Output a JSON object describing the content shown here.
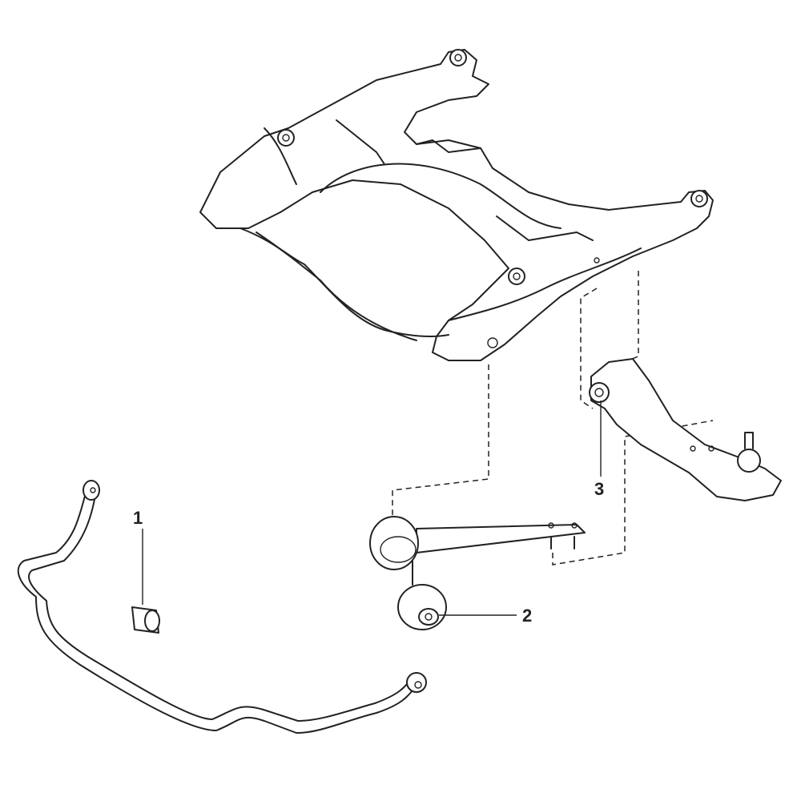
{
  "diagram": {
    "callouts": [
      {
        "id": "1",
        "label": "1"
      },
      {
        "id": "2",
        "label": "2"
      },
      {
        "id": "3",
        "label": "3"
      }
    ],
    "line_color": "#222222",
    "background": "#ffffff"
  }
}
